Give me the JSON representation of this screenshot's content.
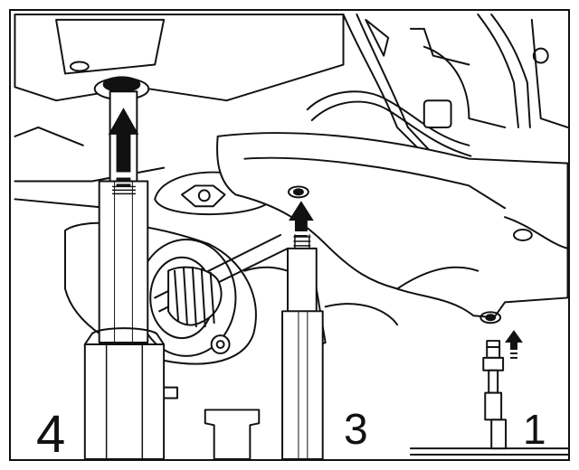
{
  "figure": {
    "callouts": [
      {
        "id": "4",
        "label": "4"
      },
      {
        "id": "3",
        "label": "3"
      },
      {
        "id": "1",
        "label": "1"
      }
    ]
  },
  "icons": [
    "lift-arrow-icon",
    "small-lift-arrow-icon"
  ],
  "colors": {
    "line": "#111111",
    "fill": "#ffffff",
    "shade": "#d9d9d9",
    "arrow": "#111111"
  }
}
